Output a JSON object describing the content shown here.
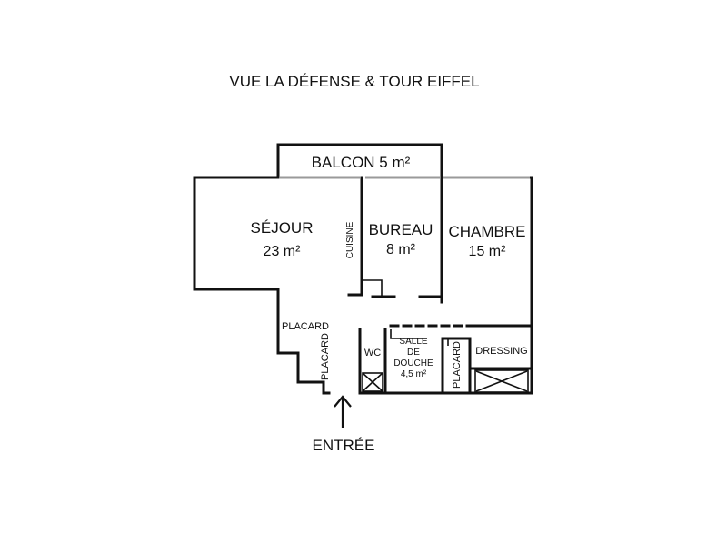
{
  "title": "VUE LA DÉFENSE & TOUR EIFFEL",
  "rooms": {
    "balcon": "BALCON 5 m²",
    "sejour_name": "SÉJOUR",
    "sejour_area": "23 m²",
    "cuisine": "CUISINE",
    "bureau_name": "BUREAU",
    "bureau_area": "8 m²",
    "chambre_name": "CHAMBRE",
    "chambre_area": "15 m²",
    "placard_1": "PLACARD",
    "placard_2": "PLACARD",
    "wc": "WC",
    "sdd_line1": "SALLE",
    "sdd_line2": "DE",
    "sdd_line3": "DOUCHE",
    "sdd_area": "4,5 m²",
    "placard_3": "PLACARD",
    "dressing": "DRESSING"
  },
  "entrance": "ENTRÉE"
}
